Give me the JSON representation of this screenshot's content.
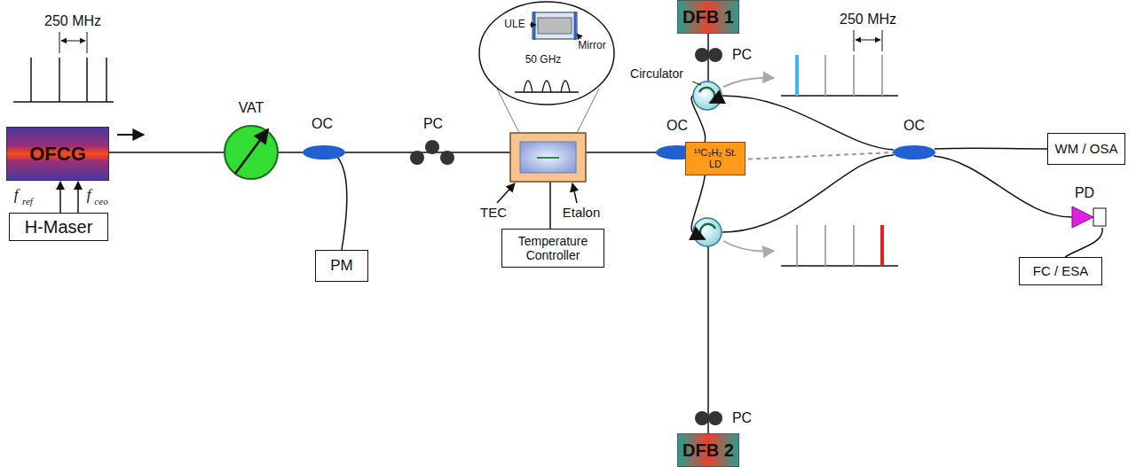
{
  "diagram": {
    "nodes": [
      {
        "text": [
          "OFCG"
        ]
      },
      {
        "text": [
          "H-Maser"
        ]
      },
      {
        "text": [
          "PM"
        ]
      },
      {
        "text": [
          "Temperature Controller"
        ]
      },
      {
        "text": [
          "DFB 1"
        ]
      },
      {
        "text": [
          "¹³C₂H₂ St. LD"
        ]
      },
      {
        "text": [
          "DFB 2"
        ]
      },
      {
        "text": [
          "WM / OSA"
        ]
      },
      {
        "text": [
          "FC / ESA"
        ]
      }
    ],
    "edges": [
      {
        "from": 1,
        "to": 0,
        "arrow": "to"
      },
      {
        "from": 1,
        "to": 0,
        "arrow": "to"
      }
    ],
    "labels": [
      "250 MHz",
      "f",
      "ref",
      "f",
      "ceo",
      "VAT",
      "OC",
      "PC",
      "ULE",
      "Mirror",
      "50 GHz",
      "TEC",
      "Etalon",
      "OC",
      "PC",
      "Circulator",
      "PC",
      "250 MHz",
      "OC",
      "PD"
    ]
  }
}
